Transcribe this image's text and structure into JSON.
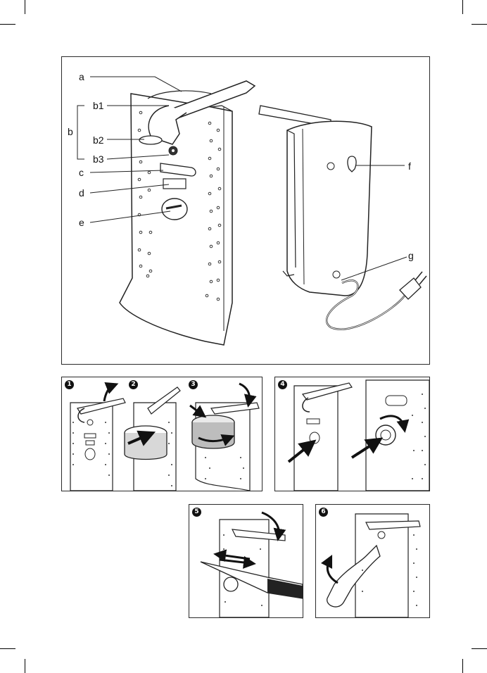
{
  "labels": {
    "a": "a",
    "b": "b",
    "b1": "b1",
    "b2": "b2",
    "b3": "b3",
    "c": "c",
    "d": "d",
    "e": "e",
    "f": "f",
    "g": "g"
  },
  "steps": [
    "1",
    "2",
    "3",
    "4",
    "5",
    "6"
  ],
  "icons": {
    "arrow": "curved-arrow-icon",
    "push": "push-arrow-icon"
  }
}
